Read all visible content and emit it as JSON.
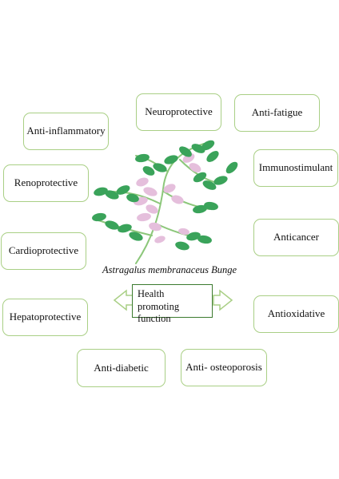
{
  "center": {
    "species": "Astragalus membranaceus Bunge",
    "label_line1": "Health promoting",
    "label_line2": "function"
  },
  "functions": {
    "neuroprotective": "Neuroprotective",
    "anti_fatigue": "Anti-fatigue",
    "anti_inflammatory": "Anti-inflammatory",
    "immunostimulant": "Immunostimulant",
    "renoprotective": "Renoprotective",
    "anticancer": "Anticancer",
    "cardioprotective": "Cardioprotective",
    "hepatoprotective": "Hepatoprotective",
    "antioxidative": "Antioxidative",
    "anti_diabetic": "Anti-diabetic",
    "anti_osteoporosis": "Anti- osteoporosis"
  },
  "colors": {
    "box_border": "#a9cf85",
    "center_border": "#3b7a2e",
    "leaf": "#3aa35a",
    "flower": "#e5bfdc",
    "stem": "#8cc77a"
  },
  "icons": {
    "plant": "astragalus-plant-illustration",
    "arrows": "double-arrow-icon"
  }
}
